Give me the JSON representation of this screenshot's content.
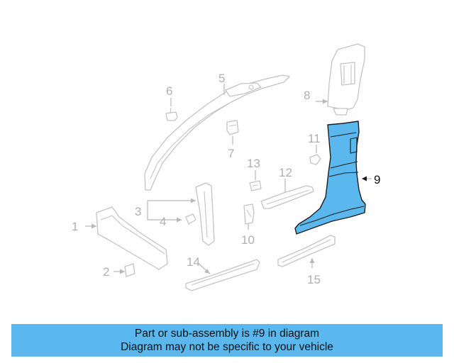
{
  "diagram": {
    "highlight_color": "#5ab8ee",
    "highlighted_part": "9",
    "callouts": {
      "c1": "1",
      "c2": "2",
      "c3": "3",
      "c4": "4",
      "c5": "5",
      "c6": "6",
      "c7": "7",
      "c8": "8",
      "c9": "9",
      "c10": "10",
      "c11": "11",
      "c12": "12",
      "c13": "13",
      "c14": "14",
      "c15": "15"
    }
  },
  "banner": {
    "line1": "Part or sub-assembly is #9 in diagram",
    "line2": "Diagram may not be specific to your vehicle",
    "color": "#5ab8ee"
  }
}
